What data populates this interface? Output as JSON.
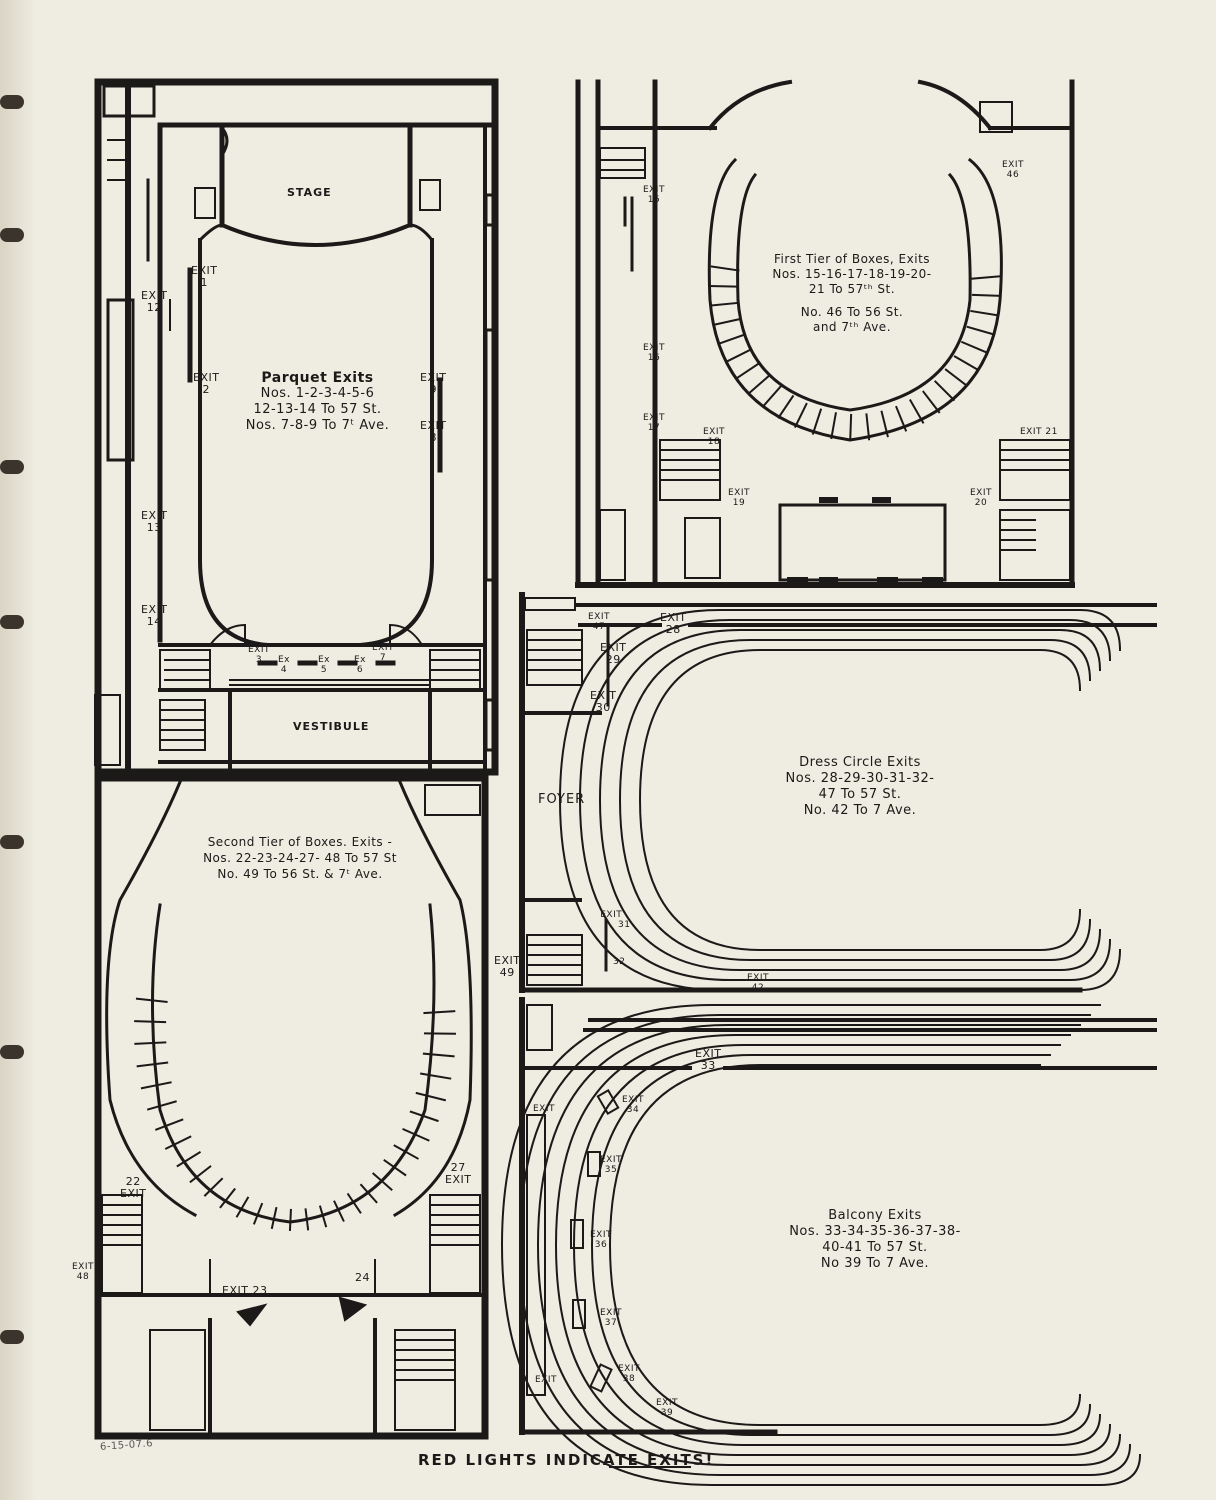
{
  "colors": {
    "paper": "#efece2",
    "ink": "#1c1a18"
  },
  "handwritten_note": "6-15-07.6",
  "footer": "RED LIGHTS INDICATE EXITS!",
  "parquet": {
    "stage": "STAGE",
    "vestibule": "VESTIBULE",
    "title": "Parquet Exits",
    "lines": [
      "Nos. 1-2-3-4-5-6",
      "12-13-14 To 57 St.",
      "Nos. 7-8-9 To 7ᵗ Ave."
    ],
    "exits": {
      "e1": [
        "EXIT",
        "1"
      ],
      "e2": [
        "EXIT",
        "2"
      ],
      "e9": [
        "EXIT",
        "9"
      ],
      "e8": [
        "EXIT",
        "8"
      ],
      "e12": [
        "EXIT",
        "12"
      ],
      "e13": [
        "EXIT",
        "13"
      ],
      "e14": [
        "EXIT",
        "14"
      ],
      "e3": [
        "EXIT",
        "3"
      ],
      "e4": [
        "Ex",
        "4"
      ],
      "e5": [
        "Ex",
        "5"
      ],
      "e6": [
        "Ex",
        "6"
      ],
      "e7": [
        "EXIT",
        "7"
      ]
    }
  },
  "first_tier": {
    "lines": [
      "First Tier of Boxes, Exits",
      "Nos. 15-16-17-18-19-20-",
      "21 To 57ᵗʰ St.",
      "No. 46 To 56 St.",
      "and 7ᵗʰ Ave."
    ],
    "exits": {
      "e15": [
        "EXIT",
        "15"
      ],
      "e16": [
        "EXIT",
        "16"
      ],
      "e17": [
        "EXIT",
        "17"
      ],
      "e18": [
        "EXIT",
        "18"
      ],
      "e19": [
        "EXIT",
        "19"
      ],
      "e20": [
        "EXIT",
        "20"
      ],
      "e21": "EXIT 21",
      "e46": [
        "EXIT",
        "46"
      ]
    }
  },
  "second_tier": {
    "lines": [
      "Second Tier of Boxes. Exits -",
      "Nos. 22-23-24-27- 48 To 57 St",
      "No. 49 To 56 St. & 7ᵗ Ave."
    ],
    "exits": {
      "e22": [
        "22",
        "EXIT"
      ],
      "e27": [
        "27",
        "EXIT"
      ],
      "e48": [
        "EXIT",
        "48"
      ],
      "e23": "EXIT 23",
      "e24": "24",
      "e49": [
        "EXIT",
        "49"
      ]
    }
  },
  "dress_circle": {
    "foyer": "FOYER",
    "lines": [
      "Dress Circle Exits",
      "Nos. 28-29-30-31-32-",
      "47 To 57 St.",
      "No. 42 To 7 Ave."
    ],
    "exits": {
      "e47": [
        "EXIT",
        "47"
      ],
      "e28": [
        "EXIT",
        "28"
      ],
      "e29": [
        "EXIT",
        "29"
      ],
      "e30": [
        "EXIT",
        "30"
      ],
      "e31": [
        "EXIT",
        "31"
      ],
      "e32": "32",
      "e42": [
        "EXIT",
        "42"
      ]
    }
  },
  "balcony": {
    "lines": [
      "Balcony Exits",
      "Nos. 33-34-35-36-37-38-",
      "40-41 To 57 St.",
      "No 39 To 7 Ave."
    ],
    "exits": {
      "e33": [
        "EXIT",
        "33"
      ],
      "e34": [
        "EXIT",
        "34"
      ],
      "e35": [
        "EXIT",
        "35"
      ],
      "e36": [
        "EXIT",
        "36"
      ],
      "e37": [
        "EXIT",
        "37"
      ],
      "e38": [
        "EXIT",
        "38"
      ],
      "e39": [
        "EXIT",
        "39"
      ],
      "left_top": "EXIT",
      "left_bottom": "EXIT"
    }
  }
}
